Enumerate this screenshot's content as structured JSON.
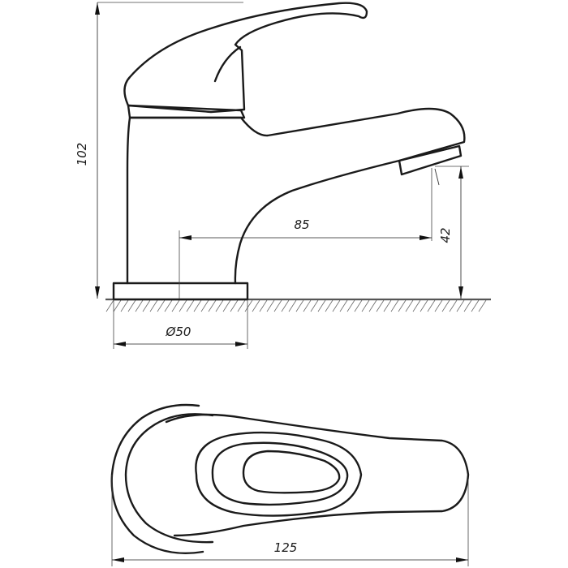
{
  "dimensions": {
    "height_total": "102",
    "reach": "85",
    "spout_height": "42",
    "base_diameter": "Ø50",
    "length_total": "125"
  },
  "colors": {
    "line": "#1a1a1a",
    "hatch": "#666666",
    "background": "#ffffff"
  }
}
